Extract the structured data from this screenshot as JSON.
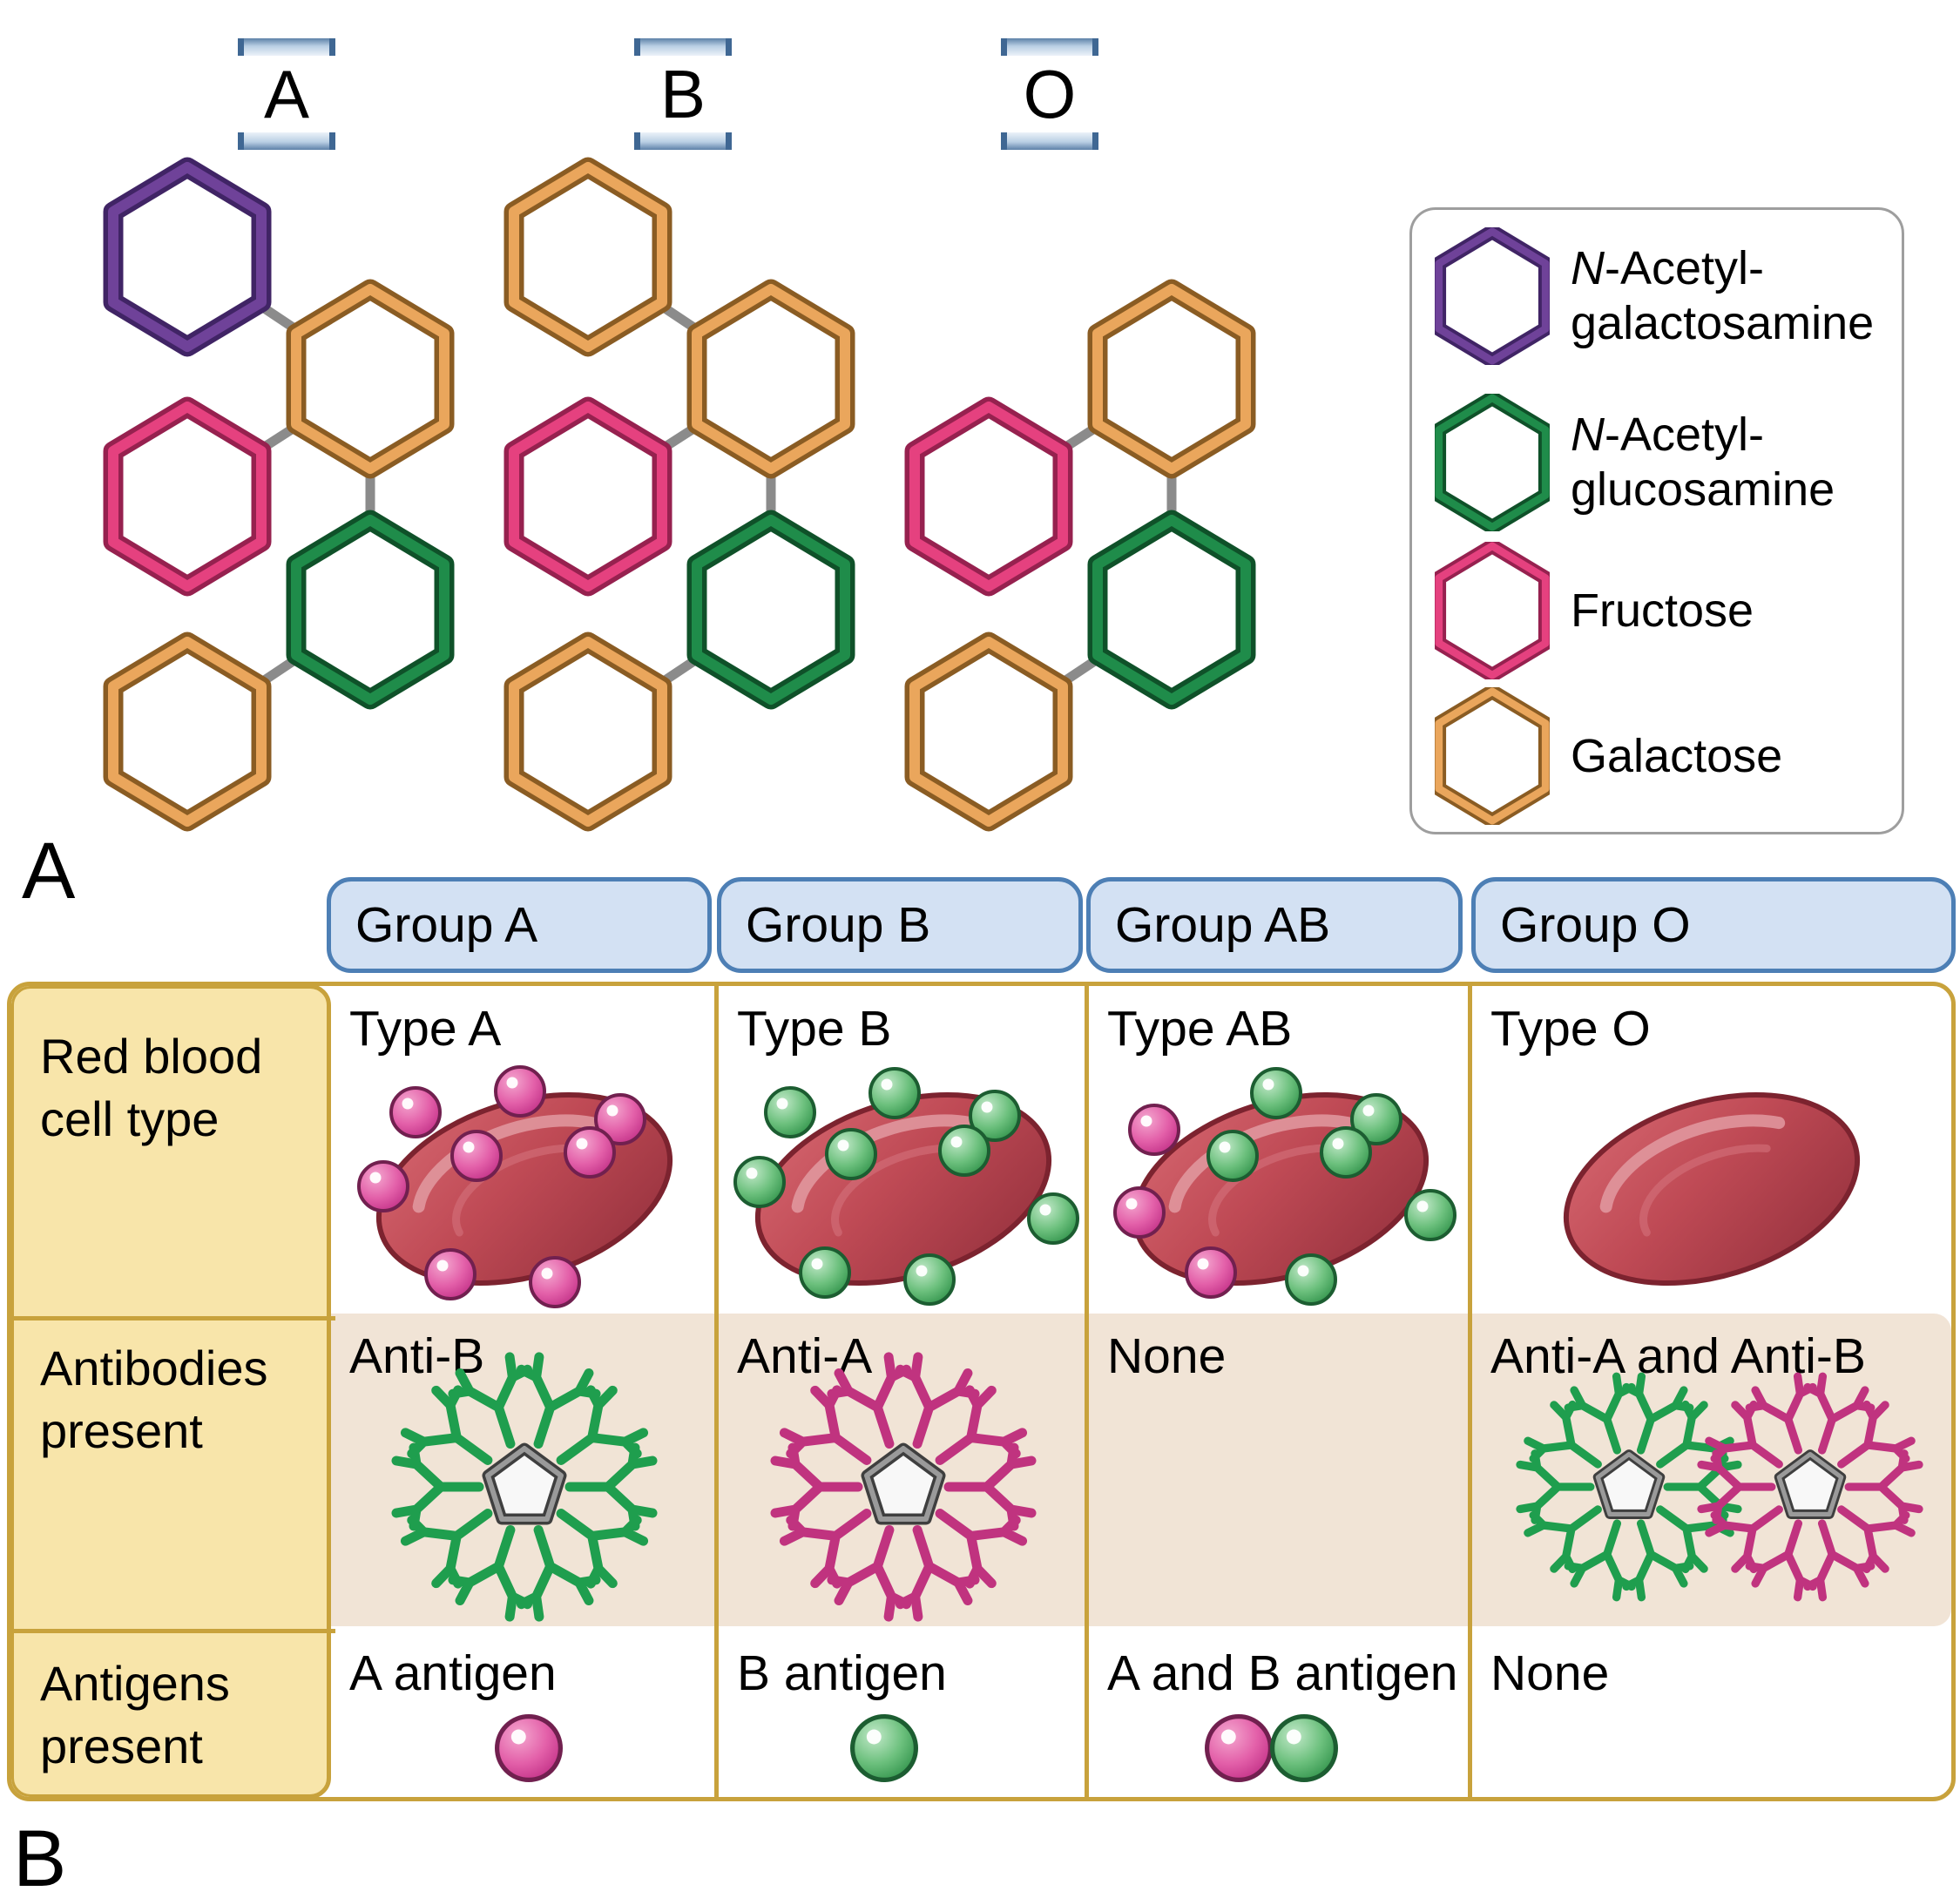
{
  "colors": {
    "purple": "#6f4299",
    "purple_dark": "#402465",
    "green": "#1f8c4a",
    "green_dark": "#0f5129",
    "pink": "#e5417f",
    "pink_dark": "#96214f",
    "orange": "#eaa65c",
    "orange_dark": "#8a5c23",
    "link_gray": "#8b8b8b",
    "pill_fill": "#d3e1f3",
    "pill_border": "#4d7fb5",
    "table_gold": "#c8a23c",
    "header_tan": "#f8e5aa",
    "antibody_row_beige": "#f1e4d6",
    "rbc_red": "#bf4a55",
    "antigen_pink": "#e360a9",
    "antigen_green": "#6cc07d",
    "antibody_green": "#1f9e4e",
    "antibody_magenta": "#c0337f"
  },
  "section_a": {
    "label": "A",
    "units": [
      {
        "id": "A",
        "label": "A"
      },
      {
        "id": "B",
        "label": "B"
      },
      {
        "id": "O",
        "label": "O"
      }
    ],
    "legend": {
      "items": [
        {
          "line1_italic": "N",
          "line1": "-Acetyl-",
          "line2": "galactosamine",
          "color_name": "purple"
        },
        {
          "line1_italic": "N",
          "line1": "-Acetyl-",
          "line2": "glucosamine",
          "color_name": "green"
        },
        {
          "line1_italic": "",
          "line1": "Fructose",
          "line2": "",
          "color_name": "pink"
        },
        {
          "line1_italic": "",
          "line1": "Galactose",
          "line2": "",
          "color_name": "orange"
        }
      ]
    }
  },
  "section_b": {
    "label": "B",
    "column_headers": [
      "Group A",
      "Group B",
      "Group AB",
      "Group O"
    ],
    "row_headers": [
      {
        "line1": "Red blood",
        "line2": "cell type"
      },
      {
        "line1": "Antibodies",
        "line2": "present"
      },
      {
        "line1": "Antigens",
        "line2": "present"
      }
    ],
    "rbc_row": [
      "Type A",
      "Type B",
      "Type AB",
      "Type O"
    ],
    "antibody_row": [
      "Anti-B",
      "Anti-A",
      "None",
      "Anti-A and Anti-B"
    ],
    "antigen_row": [
      "A antigen",
      "B antigen",
      "A and B antigen",
      "None"
    ]
  }
}
